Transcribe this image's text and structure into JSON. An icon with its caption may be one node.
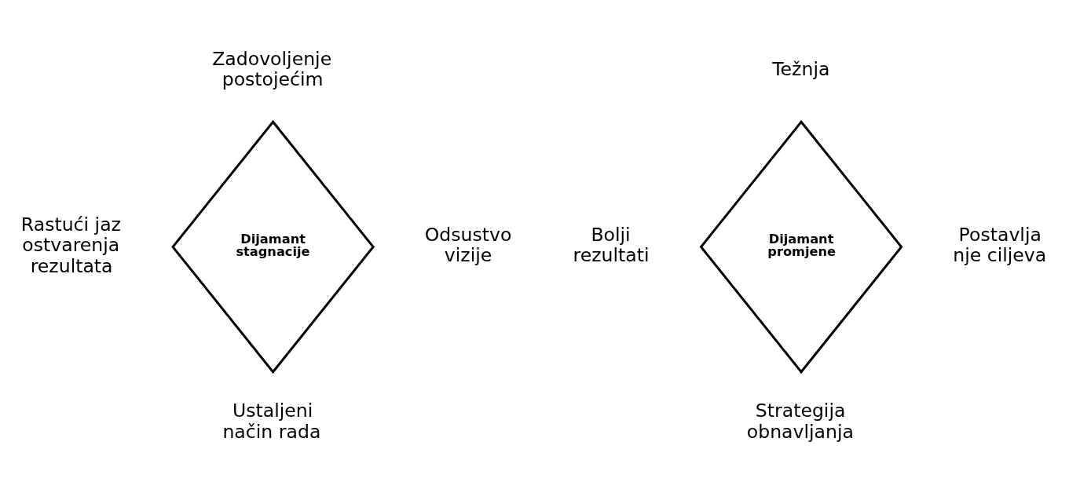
{
  "diagram": {
    "nodes": [
      {
        "text": [
          "Dijamant stagnacije"
        ],
        "beside": [
          "Zadovoljenje postojećim",
          "Rastući jaz ostvarenja rezultata",
          "Odsustvo vizije",
          "Ustaljeni način rada"
        ]
      },
      {
        "text": [
          "Dijamant promjene"
        ],
        "beside": [
          "Težnja",
          "Bolji rezultati",
          "Postavlja nje ciljeva",
          "Strategija obnavljanja"
        ]
      }
    ],
    "edges": []
  }
}
